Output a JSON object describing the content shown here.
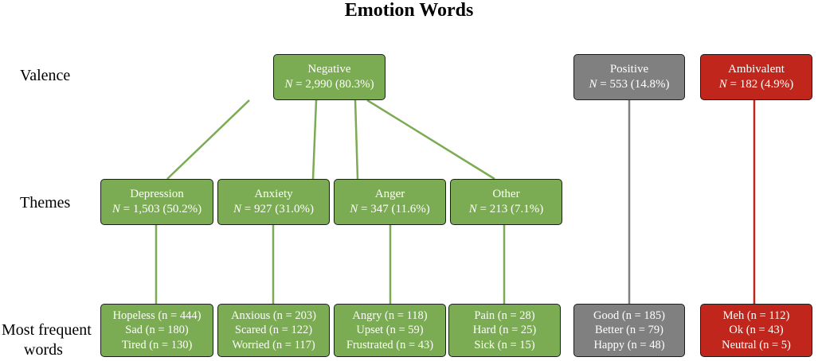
{
  "title": "Emotion Words",
  "row_labels": {
    "valence": "Valence",
    "themes": "Themes",
    "words_line1": "Most frequent",
    "words_line2": "words"
  },
  "colors": {
    "negative": "#7bab52",
    "positive": "#808080",
    "ambivalent": "#c0261c",
    "border": "#1c1c1c"
  },
  "valence": [
    {
      "label": "Negative",
      "n": "2,990 (80.3%)"
    },
    {
      "label": "Positive",
      "n": "553 (14.8%)"
    },
    {
      "label": "Ambivalent",
      "n": "182 (4.9%)"
    }
  ],
  "n_prefix": "N",
  "themes": [
    {
      "label": "Depression",
      "n": "1,503 (50.2%)"
    },
    {
      "label": "Anxiety",
      "n": "927 (31.0%)"
    },
    {
      "label": "Anger",
      "n": "347 (11.6%)"
    },
    {
      "label": "Other",
      "n": "213 (7.1%)"
    }
  ],
  "words": [
    [
      "Hopeless (n = 444)",
      "Sad (n = 180)",
      "Tired (n = 130)"
    ],
    [
      "Anxious (n = 203)",
      "Scared (n = 122)",
      "Worried (n = 117)"
    ],
    [
      "Angry (n = 118)",
      "Upset (n = 59)",
      "Frustrated (n = 43)"
    ],
    [
      "Pain (n = 28)",
      "Hard (n = 25)",
      "Sick (n = 15)"
    ],
    [
      "Good (n = 185)",
      "Better (n = 79)",
      "Happy (n = 48)"
    ],
    [
      "Meh (n = 112)",
      "Ok (n = 43)",
      "Neutral (n = 5)"
    ]
  ]
}
